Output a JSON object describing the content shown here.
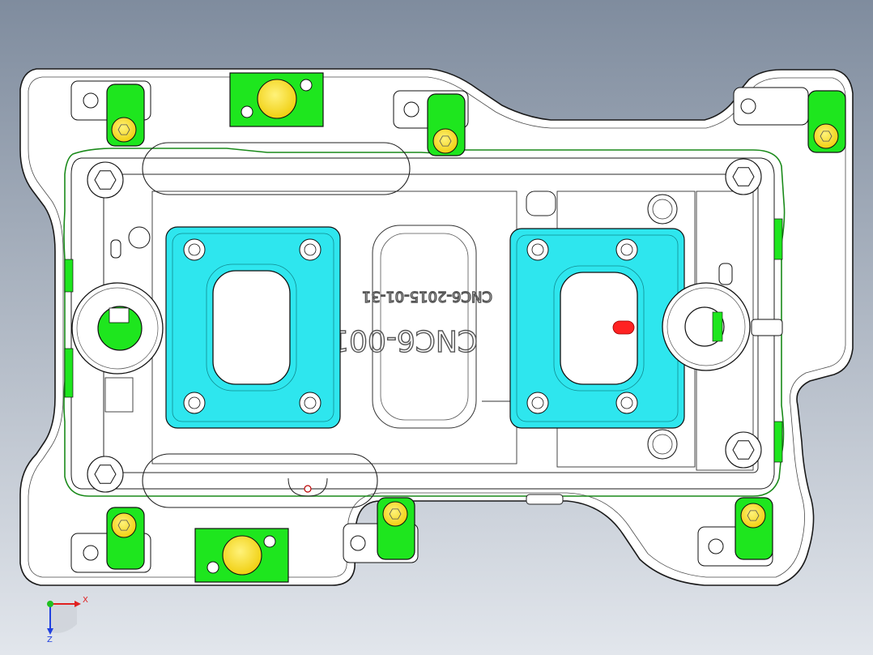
{
  "viewport": {
    "background_top": "#7f8c9e",
    "background_bottom": "#e2e6ec"
  },
  "part": {
    "engraving_main": "CNC6-001",
    "engraving_date": "CNC6-2015-01-31",
    "colors": {
      "plate": "#ffffff",
      "edge": "#1a1a1a",
      "clamp_pad": "#1ee61e",
      "locating_pin": "#f4d81a",
      "fixture_block": "#2ee6ee",
      "marker": "#ff2222"
    }
  },
  "triad": {
    "x_label": "X",
    "z_label": "Z",
    "x_color": "#e02020",
    "z_color": "#2040e0",
    "origin_color": "#20c020"
  }
}
